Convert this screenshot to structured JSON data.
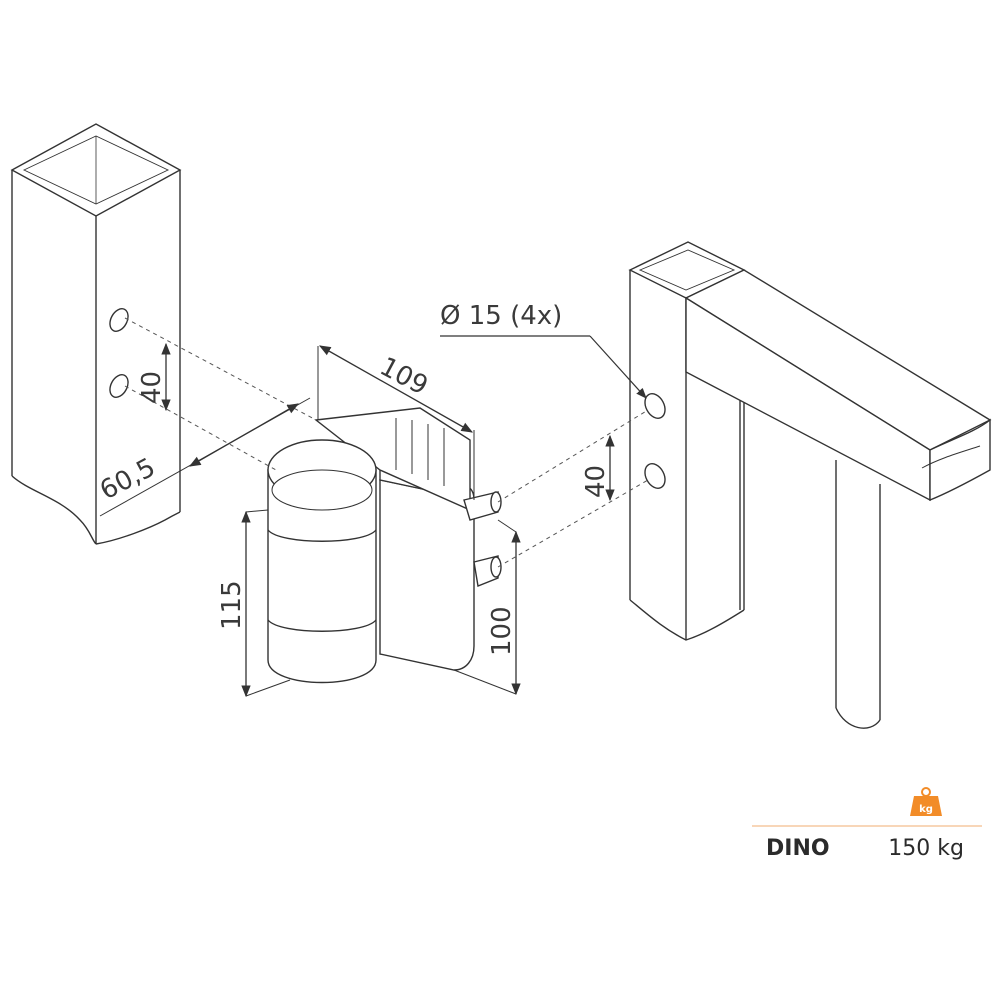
{
  "dimensions": {
    "hole_spacing_left": "40",
    "offset_depth": "60,5",
    "overall_width": "109",
    "hole_diameter": "Ø 15 (4x)",
    "hole_spacing_right": "40",
    "barrel_height": "115",
    "plate_height": "100"
  },
  "spec": {
    "product_name": "DINO",
    "load_capacity": "150 kg",
    "weight_icon_label": "kg"
  },
  "colors": {
    "line": "#333333",
    "accent": "#f28c28",
    "divider": "#f5c9a0"
  }
}
